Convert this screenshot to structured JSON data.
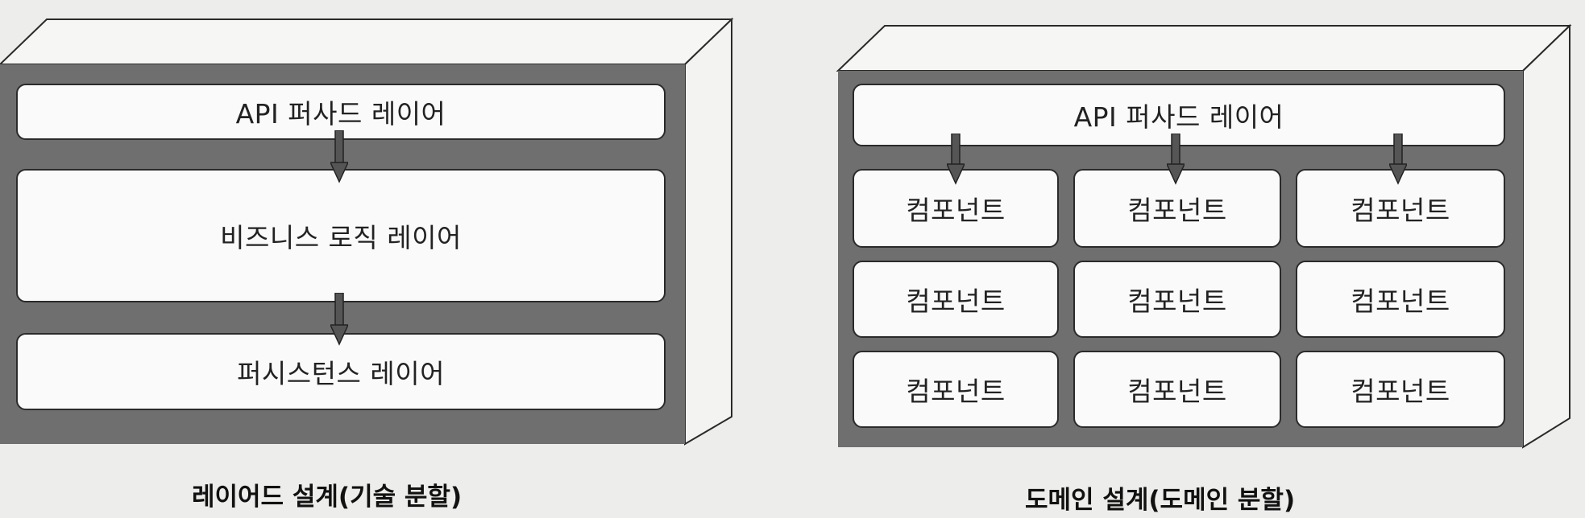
{
  "layered": {
    "api_layer": "API 퍼사드 레이어",
    "business_layer": "비즈니스 로직 레이어",
    "persistence_layer": "퍼시스턴스 레이어",
    "caption": "레이어드 설계(기술 분할)"
  },
  "domain": {
    "api_layer": "API 퍼사드 레이어",
    "components": [
      "컴포넌트",
      "컴포넌트",
      "컴포넌트",
      "컴포넌트",
      "컴포넌트",
      "컴포넌트",
      "컴포넌트",
      "컴포넌트",
      "컴포넌트"
    ],
    "caption": "도메인 설계(도메인 분할)"
  }
}
